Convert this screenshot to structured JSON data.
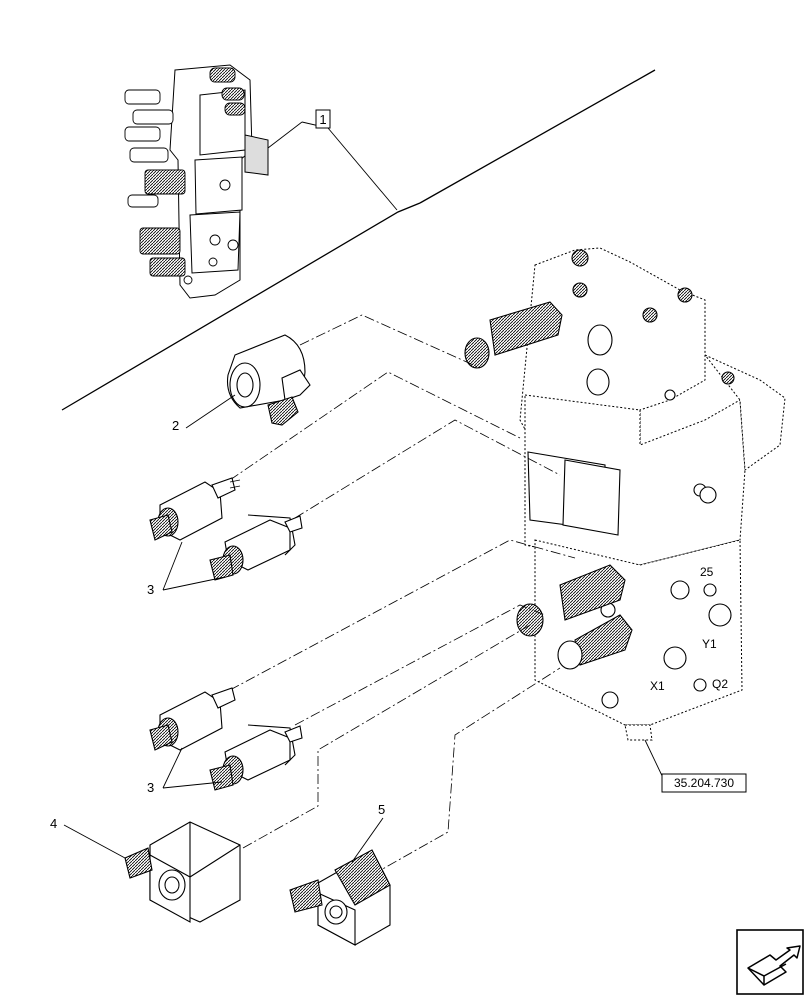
{
  "callouts": {
    "item_1": "1",
    "item_2": "2",
    "item_3a": "3",
    "item_3b": "3",
    "item_4": "4",
    "item_5": "5"
  },
  "reference": "35.204.730",
  "port_markings": {
    "p1": "25",
    "p2": "Y1",
    "p3": "X1",
    "p4": "Q2"
  },
  "icons": {
    "nav": "next-page-arrow-icon"
  }
}
